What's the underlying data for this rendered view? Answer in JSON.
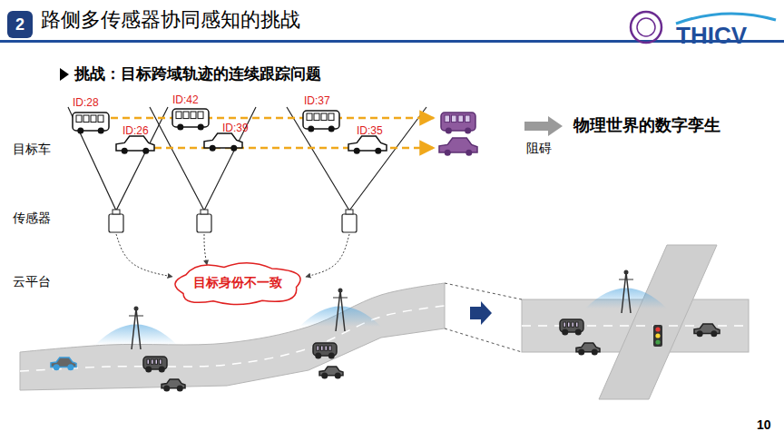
{
  "diagram": {
    "title": "路侧多传感器协同感知的挑战",
    "nodes": [
      {
        "text": [
          "2"
        ]
      },
      {
        "text": [
          "目标身份不一致"
        ]
      }
    ],
    "labels": [
      "THICV",
      "挑战：目标跨域轨迹的连续跟踪问题",
      "ID:28",
      "ID:26",
      "ID:42",
      "ID:39",
      "ID:37",
      "ID:35",
      "物理世界的数字孪生",
      "阻碍",
      "目标车",
      "传感器",
      "云平台",
      "10"
    ]
  }
}
